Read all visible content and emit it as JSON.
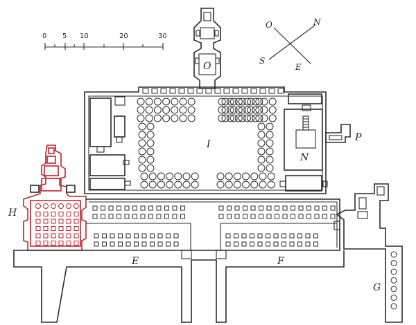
{
  "scale": {
    "ticks": [
      "0",
      "5",
      "10",
      "20",
      "30"
    ]
  },
  "compass": {
    "north": "N",
    "south": "S",
    "east": "E",
    "west": "O"
  },
  "labels": {
    "court": "I",
    "sanctuary": "O",
    "chamber_n": "N",
    "room_p": "P",
    "left_hall": "H",
    "corridor_e": "E",
    "corridor_f": "F",
    "annex_g": "G"
  },
  "colors": {
    "ink": "#2a2a2a",
    "highlight": "#c0202a"
  }
}
